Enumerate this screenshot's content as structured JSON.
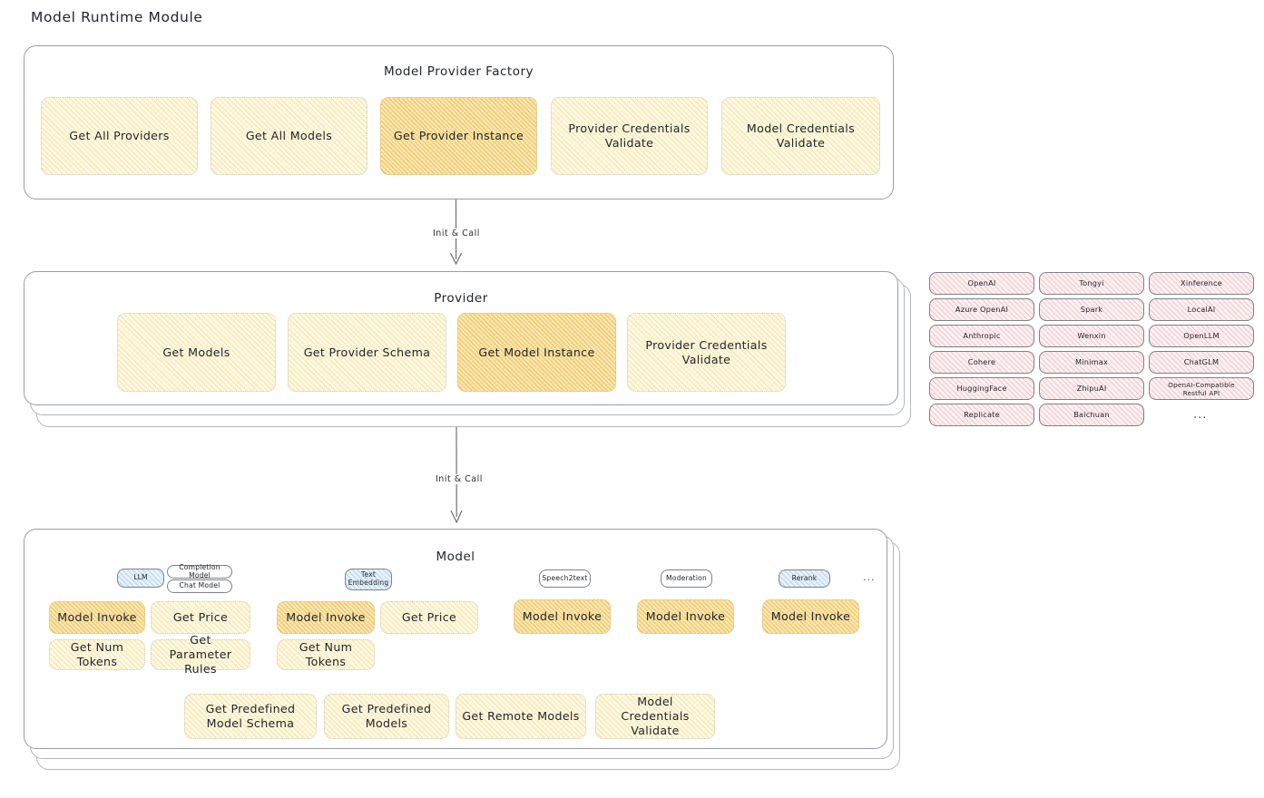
{
  "page": {
    "title": "Model Runtime Module",
    "background": "#ffffff"
  },
  "colors": {
    "cream": "#fdf8e3",
    "amber": "#fae7b4",
    "rose": "#fdf0f1",
    "blue": "#e6f1fb",
    "border": "#9a9ea3",
    "text": "#22262b"
  },
  "layers": {
    "factory": {
      "title": "Model Provider Factory",
      "nodes": [
        {
          "label": "Get All Providers",
          "highlight": false
        },
        {
          "label": "Get All Models",
          "highlight": false
        },
        {
          "label": "Get Provider Instance",
          "highlight": true
        },
        {
          "label": "Provider Credentials Validate",
          "highlight": false
        },
        {
          "label": "Model Credentials Validate",
          "highlight": false
        }
      ]
    },
    "provider": {
      "title": "Provider",
      "stacked": true,
      "nodes": [
        {
          "label": "Get Models",
          "highlight": false
        },
        {
          "label": "Get Provider Schema",
          "highlight": false
        },
        {
          "label": "Get Model Instance",
          "highlight": true
        },
        {
          "label": "Provider Credentials Validate",
          "highlight": false
        }
      ]
    },
    "model": {
      "title": "Model",
      "stacked": true,
      "ellipsis": "...",
      "types": [
        {
          "name": "LLM",
          "style": "blue",
          "subtypes": [
            "Completion Model",
            "Chat Model"
          ],
          "methods": [
            {
              "label": "Model Invoke",
              "highlight": true
            },
            {
              "label": "Get Price",
              "highlight": false
            },
            {
              "label": "Get Num Tokens",
              "highlight": false
            },
            {
              "label": "Get Parameter Rules",
              "highlight": false
            }
          ]
        },
        {
          "name": "Text Embedding",
          "style": "blue",
          "subtypes": [],
          "methods": [
            {
              "label": "Model Invoke",
              "highlight": true
            },
            {
              "label": "Get Price",
              "highlight": false
            },
            {
              "label": "Get Num Tokens",
              "highlight": false
            }
          ]
        },
        {
          "name": "Speech2text",
          "style": "white",
          "subtypes": [],
          "methods": [
            {
              "label": "Model Invoke",
              "highlight": true
            }
          ]
        },
        {
          "name": "Moderation",
          "style": "white",
          "subtypes": [],
          "methods": [
            {
              "label": "Model Invoke",
              "highlight": true
            }
          ]
        },
        {
          "name": "Rerank",
          "style": "blue",
          "subtypes": [],
          "methods": [
            {
              "label": "Model Invoke",
              "highlight": true
            }
          ]
        }
      ],
      "shared_methods": [
        {
          "label": "Get Predefined Model Schema",
          "highlight": false
        },
        {
          "label": "Get Predefined Models",
          "highlight": false
        },
        {
          "label": "Get Remote Models",
          "highlight": false
        },
        {
          "label": "Model Credentials Validate",
          "highlight": false
        }
      ]
    }
  },
  "connectors": [
    {
      "label": "Init & Call",
      "from": "factory",
      "to": "provider"
    },
    {
      "label": "Init & Call",
      "from": "provider",
      "to": "model"
    }
  ],
  "provider_list": {
    "ellipsis": "...",
    "columns": [
      {
        "items": [
          "OpenAI",
          "Azure OpenAI",
          "Anthropic",
          "Cohere",
          "HuggingFace",
          "Replicate"
        ]
      },
      {
        "items": [
          "Tongyi",
          "Spark",
          "Wenxin",
          "Minimax",
          "ZhipuAI",
          "Baichuan"
        ]
      },
      {
        "items": [
          "Xinference",
          "LocalAI",
          "OpenLLM",
          "ChatGLM",
          "OpenAI-Compatible Restful API"
        ]
      }
    ]
  }
}
